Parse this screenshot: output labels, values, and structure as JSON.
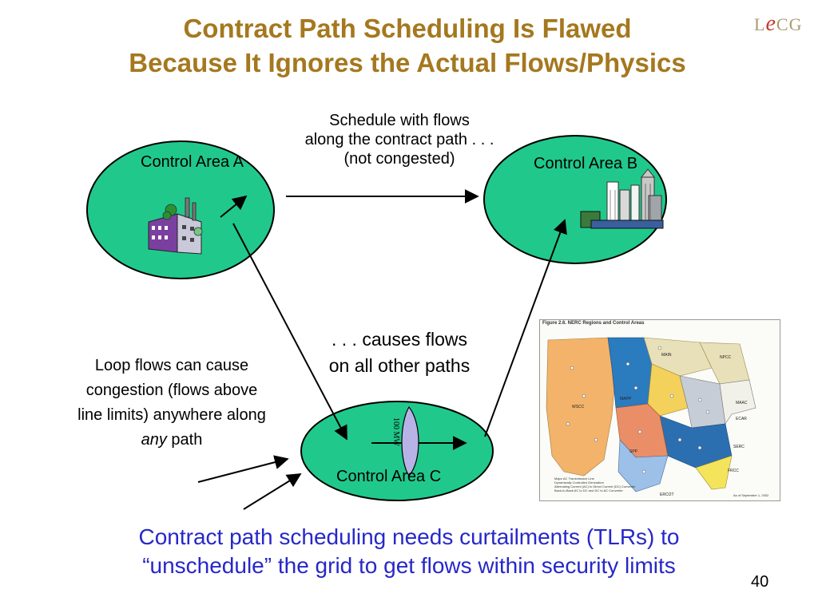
{
  "title": {
    "line1": "Contract Path Scheduling Is Flawed",
    "line2": "Because It Ignores the Actual Flows/Physics"
  },
  "logo": {
    "l": "L",
    "e": "e",
    "cg": "CG"
  },
  "areas": {
    "a": "Control Area A",
    "b": "Control Area B",
    "c": "Control Area C"
  },
  "schedule_note": {
    "line1": "Schedule with flows",
    "line2": "along the contract path . . .",
    "line3": "(not congested)"
  },
  "causes_note": {
    "line1": ". . . causes flows",
    "line2": "on all other paths"
  },
  "loop_note": {
    "line1": "Loop flows can cause",
    "line2": "congestion (flows above",
    "line3": "line limits) anywhere along",
    "line4_italic": "any",
    "line4_rest": " path"
  },
  "flow_label": "100 MW",
  "map": {
    "title": "Figure 2.6. NERC Regions and Control Areas",
    "regions": [
      "MAIN",
      "NPCC",
      "MAPP",
      "WSCC",
      "MAAC",
      "ECAR",
      "SERC",
      "SPP",
      "FRCC",
      "ERCOT"
    ],
    "legend": [
      "Major AC Transmission Line",
      "Dynamically Controlled Generation",
      "Alternating Current (AC) to Direct Current (DC) Converter",
      "Back-to-Back AC to DC and DC to AC Converter"
    ],
    "date": "As of September 1, 2002"
  },
  "bottom": {
    "line1": "Contract path scheduling needs curtailments (TLRs) to",
    "line2": "“unschedule” the grid to get flows within security limits"
  },
  "page_number": "40",
  "colors": {
    "title": "#a5781f",
    "area_fill": "#20c98b",
    "bottom_text": "#2727c9",
    "flow_lens": "#b8b3e6"
  }
}
